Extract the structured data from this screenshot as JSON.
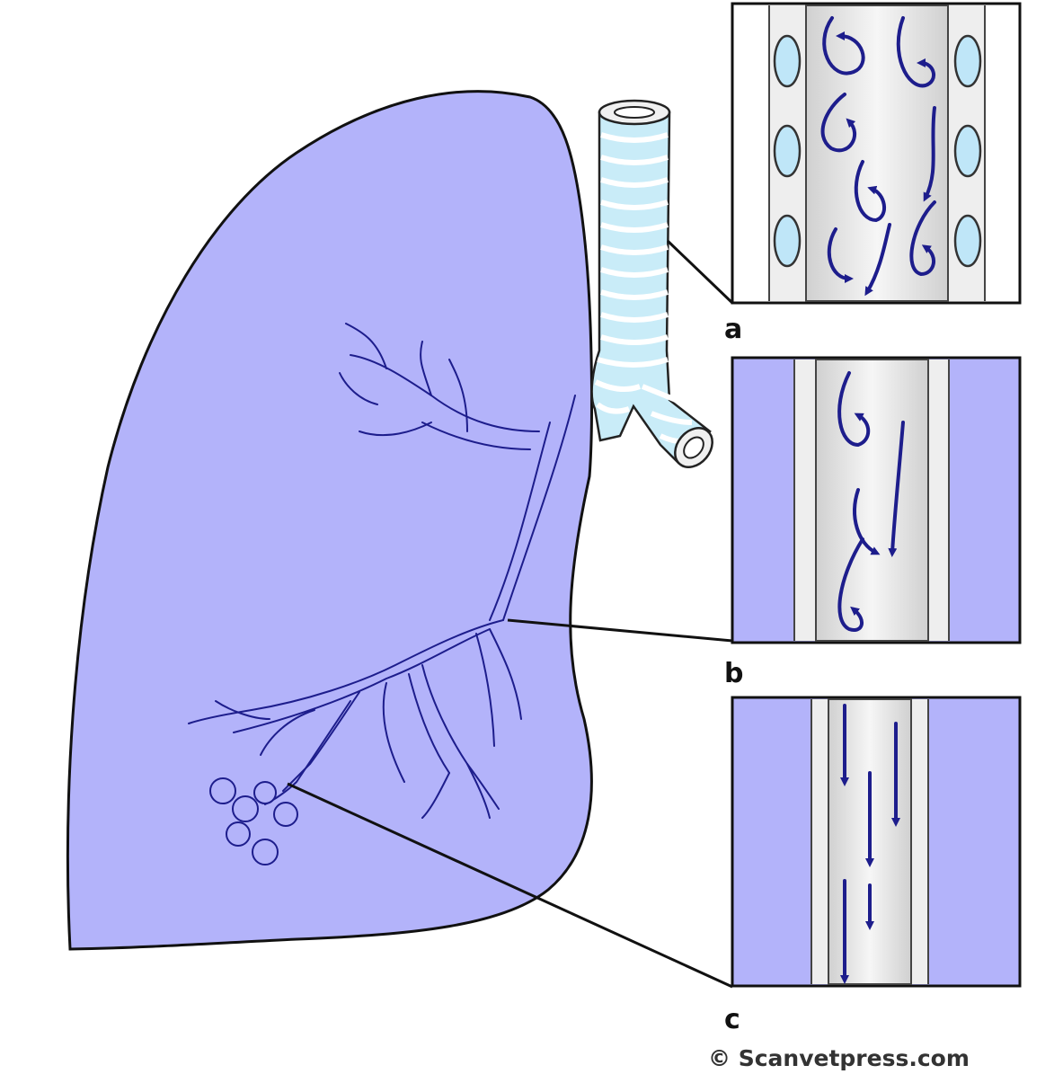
{
  "labels": {
    "a": "a",
    "b": "b",
    "c": "c"
  },
  "copyright": "© Scanvetpress.com",
  "colors": {
    "lung": "#b3b3fa",
    "outline": "#111111",
    "airway_line": "#1d1d8c",
    "cartilage": "#c9ecf8",
    "cell": "#bfe6f8",
    "tube_light": "#f4f4f4",
    "tube_mid": "#d4d4d4"
  },
  "icons": {
    "trachea": "trachea-icon",
    "lung": "lung-icon"
  }
}
